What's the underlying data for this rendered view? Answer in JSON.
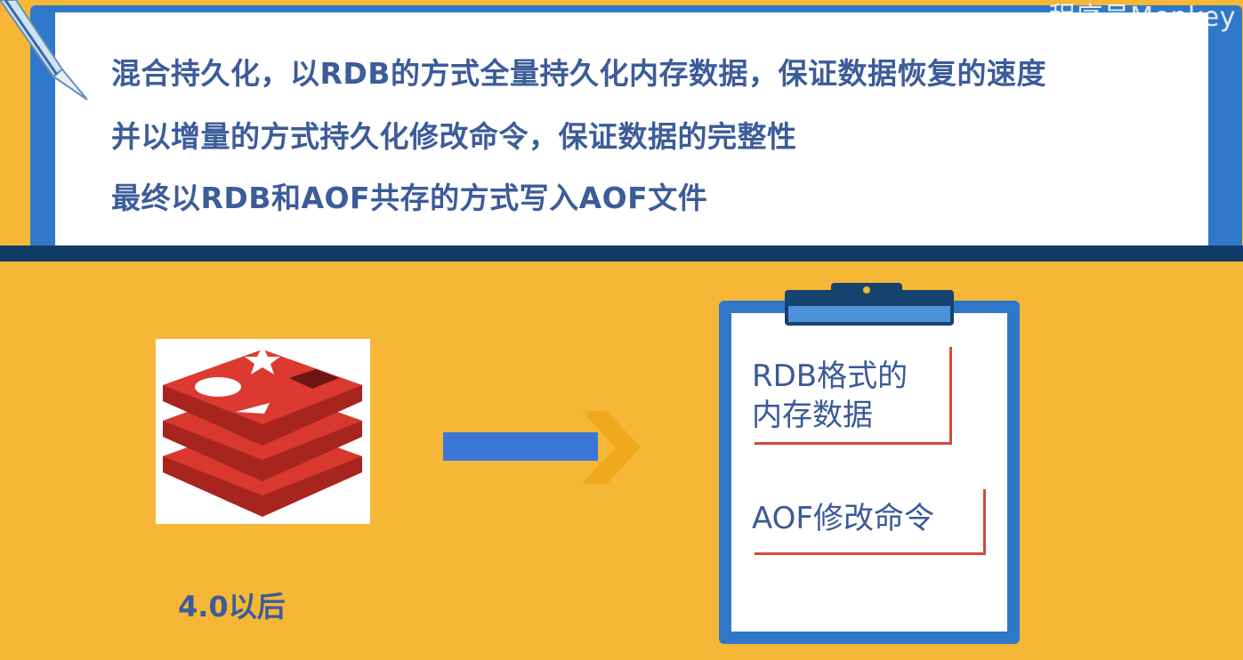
{
  "watermark": "程序员Monkey",
  "header": {
    "lines": [
      "混合持久化，以RDB的方式全量持久化内存数据，保证数据恢复的速度",
      "并以增量的方式持久化修改命令，保证数据的完整性",
      "最终以RDB和AOF共存的方式写入AOF文件"
    ]
  },
  "left": {
    "logo_icon": "redis-logo-icon",
    "version_label": "4.0以后"
  },
  "arrow_icon": "arrow-right-icon",
  "clipboard": {
    "icon": "clipboard-icon",
    "cards": [
      {
        "line1": "RDB格式的",
        "line2": "内存数据"
      },
      {
        "line1": "AOF修改命令"
      }
    ]
  },
  "colors": {
    "background": "#f5b735",
    "panel_border": "#2f78c9",
    "stripe": "#113b67",
    "text": "#3c5c9a",
    "card_shadow": "#d44b3a",
    "redis_red": "#c9302c"
  }
}
